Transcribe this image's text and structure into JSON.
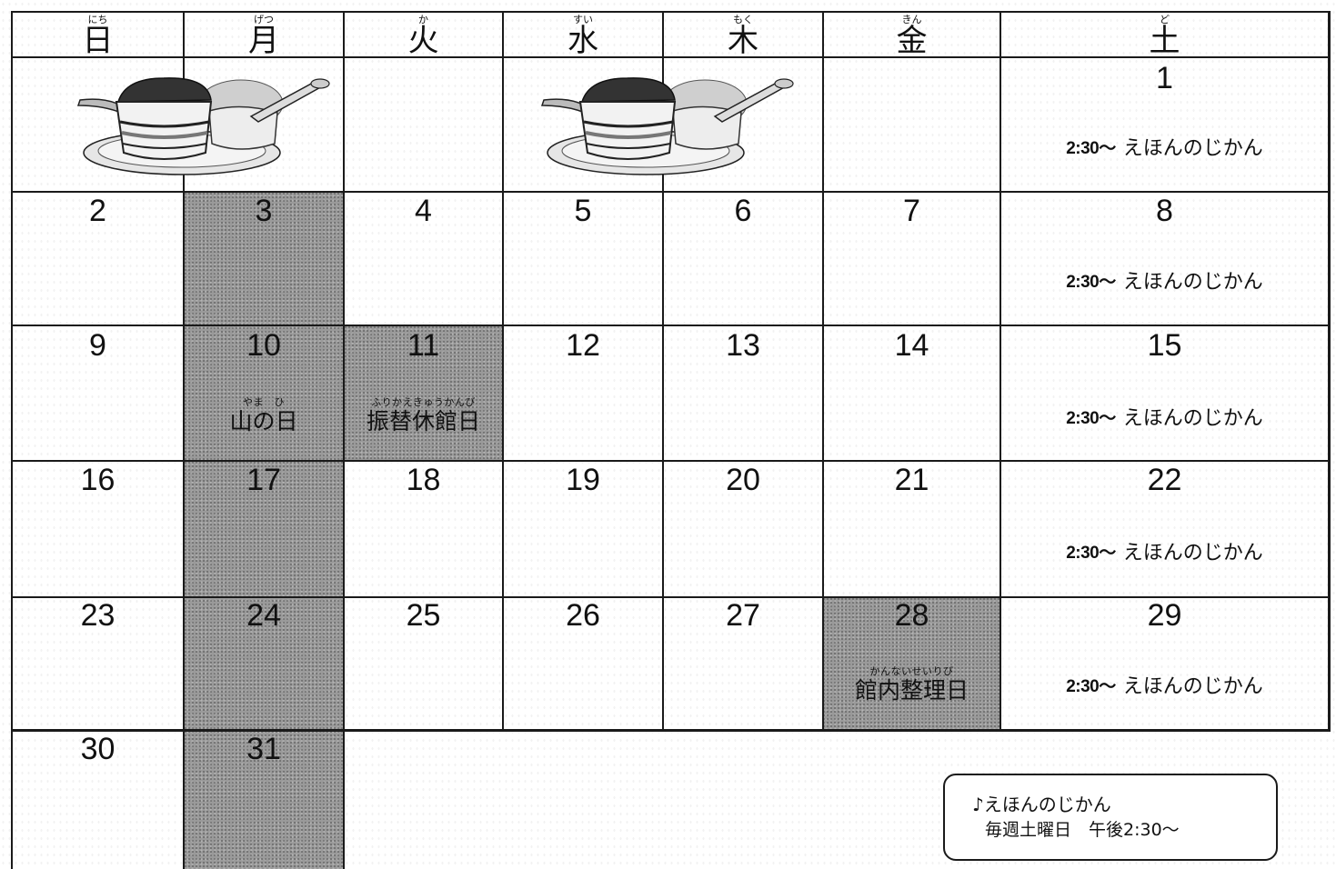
{
  "weekdays": [
    {
      "day": "日",
      "ruby": "にち"
    },
    {
      "day": "月",
      "ruby": "げつ"
    },
    {
      "day": "火",
      "ruby": "か"
    },
    {
      "day": "水",
      "ruby": "すい"
    },
    {
      "day": "木",
      "ruby": "もく"
    },
    {
      "day": "金",
      "ruby": "きん"
    },
    {
      "day": "土",
      "ruby": "ど"
    }
  ],
  "dates": {
    "d1": "1",
    "d2": "2",
    "d3": "3",
    "d4": "4",
    "d5": "5",
    "d6": "6",
    "d7": "7",
    "d8": "8",
    "d9": "9",
    "d10": "10",
    "d11": "11",
    "d12": "12",
    "d13": "13",
    "d14": "14",
    "d15": "15",
    "d16": "16",
    "d17": "17",
    "d18": "18",
    "d19": "19",
    "d20": "20",
    "d21": "21",
    "d22": "22",
    "d23": "23",
    "d24": "24",
    "d25": "25",
    "d26": "26",
    "d27": "27",
    "d28": "28",
    "d29": "29",
    "d30": "30",
    "d31": "31"
  },
  "event": {
    "time": "2:30～",
    "name": "えほんのじかん"
  },
  "holidays": {
    "mountain_day": {
      "name": "山の日",
      "ruby": "やま　ひ"
    },
    "substitute_closed": {
      "name": "振替休館日",
      "ruby": "ふりかえきゅうかんび"
    },
    "inventory": {
      "name": "館内整理日",
      "ruby": "かんないせいりび"
    }
  },
  "note": {
    "title": "♪えほんのじかん",
    "schedule": "毎週土曜日　午後2:30～"
  },
  "colors": {
    "shade": "#9a9a9a",
    "line": "#1a1a1a"
  },
  "icons": [
    "shaved-ice-dessert-icon"
  ]
}
